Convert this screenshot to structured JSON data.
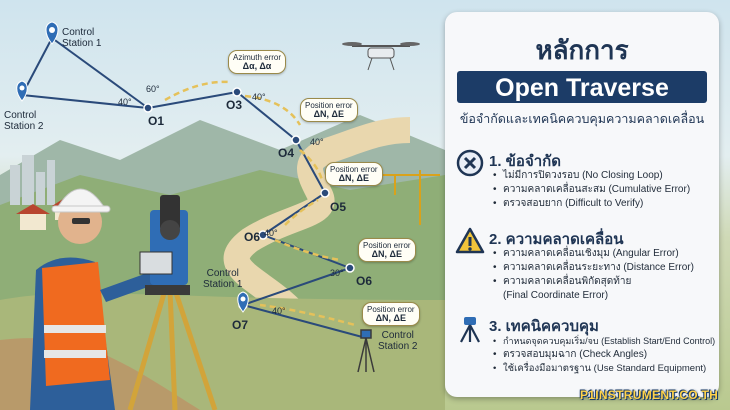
{
  "scene": {
    "control_station_1_top": "Control\nStation 1",
    "control_station_2_top": "Control\nStation 2",
    "control_station_1_bottom": "Control\nStation 1",
    "control_station_2_bottom": "Control\nStation 2",
    "stations": [
      "O1",
      "O3",
      "O4",
      "O5",
      "O6",
      "O6",
      "O7"
    ],
    "angles": [
      "60°",
      "40°",
      "40°",
      "40°",
      "40°",
      "30°",
      "40°"
    ],
    "azimuth_bubble": {
      "title": "Azimuth error",
      "symbols": "Δα, Δα"
    },
    "position_bubbles": [
      {
        "title": "Position error",
        "symbols": "ΔN, ΔE"
      },
      {
        "title": "Position error",
        "symbols": "ΔN, ΔE"
      },
      {
        "title": "Position error",
        "symbols": "ΔN, ΔE"
      },
      {
        "title": "Position error",
        "symbols": "ΔN, ΔE"
      }
    ]
  },
  "panel": {
    "title_thai": "หลักการ",
    "title_english": "Open Traverse",
    "subtitle": "ข้อจำกัดและเทคนิคควบคุมความคลาดเคลื่อน",
    "sections": [
      {
        "heading": "1. ข้อจำกัด",
        "icon": "x-circle-icon",
        "items": [
          "ไม่มีการปิดวงรอบ (No Closing Loop)",
          "ความคลาดเคลื่อนสะสม (Cumulative Error)",
          "ตรวจสอบยาก (Difficult to Verify)"
        ]
      },
      {
        "heading": "2. ความคลาดเคลื่อน",
        "icon": "warning-triangle-icon",
        "items": [
          "ความคลาดเคลื่อนเชิงมุม (Angular Error)",
          "ความคลาดเคลื่อนระยะทาง (Distance Error)",
          "ความคลาดเคลื่อนพิกัดสุดท้าย\n(Final Coordinate Error)"
        ]
      },
      {
        "heading": "3. เทคนิคควบคุม",
        "icon": "tripod-icon",
        "items": [
          "กำหนดจุดควบคุมเริ่ม/จบ (Establish Start/End Control)",
          "ตรวจสอบมุมฉาก (Check Angles)",
          "ใช้เครื่องมือมาตรฐาน (Use Standard Equipment)"
        ]
      }
    ]
  },
  "brand": "P1INSTRUMENT.CO.TH",
  "colors": {
    "navy": "#1c3c67",
    "pin": "#2f6db5",
    "path": "#e5c15a",
    "vest": "#f06a1f"
  }
}
